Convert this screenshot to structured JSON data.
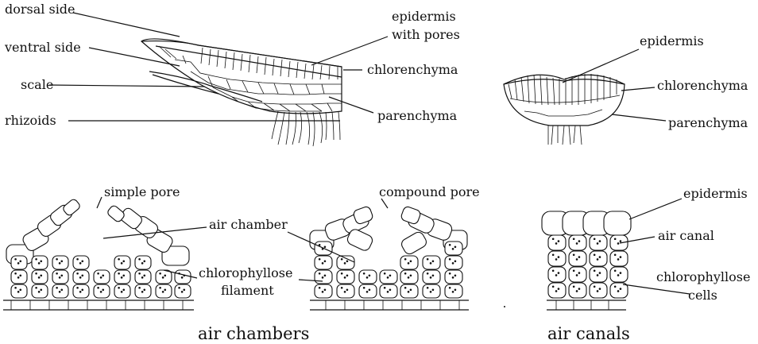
{
  "colors": {
    "ink": "#111111",
    "background": "#ffffff"
  },
  "labels": {
    "dorsal_side": "dorsal side",
    "ventral_side": "ventral side",
    "scale": "scale",
    "rhizoids": "rhizoids",
    "epidermis_with_pores_1": "epidermis",
    "epidermis_with_pores_2": "with pores",
    "chlorenchyma_left": "chlorenchyma",
    "parenchyma_left": "parenchyma",
    "epidermis_right": "epidermis",
    "chlorenchyma_right": "chlorenchyma",
    "parenchyma_right": "parenchyma",
    "simple_pore": "simple pore",
    "compound_pore": "compound pore",
    "air_chamber": "air chamber",
    "chlorophyllose_filament_1": "chlorophyllose",
    "chlorophyllose_filament_2": "filament",
    "epidermis_canal": "epidermis",
    "air_canal": "air canal",
    "chlorophyllose_cells_1": "chlorophyllose",
    "chlorophyllose_cells_2": "cells"
  },
  "captions": {
    "air_chambers": "air chambers",
    "air_canals": "air canals"
  }
}
